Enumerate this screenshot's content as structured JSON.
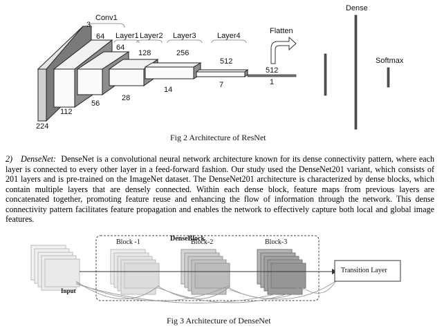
{
  "resnet_figure": {
    "labels": {
      "conv1": "Conv1",
      "channels_3": "3",
      "c64a": "64",
      "c64b": "64",
      "layer1": "Layer1",
      "layer2": "Layer2",
      "layer3": "Layer3",
      "layer4": "Layer4",
      "c128": "128",
      "c256": "256",
      "c512a": "512",
      "c512b": "512",
      "s224": "224",
      "s112": "112",
      "s56": "56",
      "s28": "28",
      "s14": "14",
      "s7": "7",
      "s1": "1",
      "flatten": "Flatten",
      "dense": "Dense",
      "softmax": "Softmax"
    },
    "caption": "Fig 2 Architecture of ResNet"
  },
  "section": {
    "number": "2)",
    "term": "DenseNet:",
    "text": "DenseNet is a convolutional neural network architecture known for its dense connectivity pattern, where each layer is connected to every other layer in a feed-forward fashion. Our study used the DenseNet201 variant, which consists of 201 layers and is pre-trained on the ImageNet dataset. The DenseNet201 architecture is characterized by dense blocks, which contain multiple layers that are densely connected. Within each dense block, feature maps from previous layers are concatenated together, promoting feature reuse and enhancing the flow of information through the network. This dense connectivity pattern facilitates feature propagation and enables the network to effectively capture both local and global image features."
  },
  "densenet_figure": {
    "dense_block_title": "DenseBlock",
    "input_label": "Input",
    "block1": "Block -1",
    "block2": "Block-2",
    "block3": "Block-3",
    "transition": "Transition Layer",
    "caption": "Fig 3 Architecture of DenseNet"
  }
}
